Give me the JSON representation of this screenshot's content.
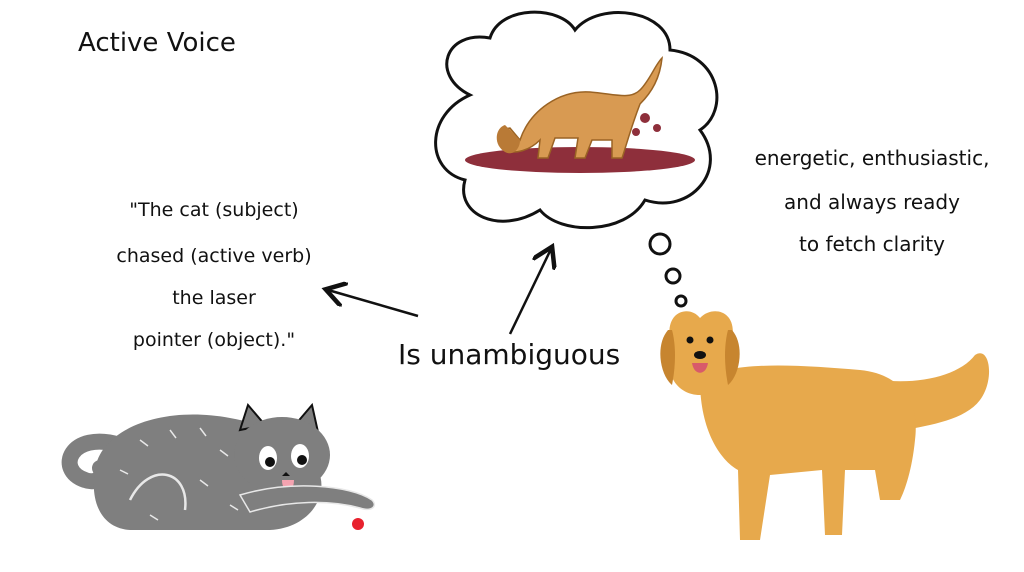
{
  "title": "Active Voice",
  "example_sentence": {
    "lines": [
      "\"The cat (subject)",
      "chased (active verb)",
      "the laser",
      "pointer (object).\""
    ]
  },
  "center_label": "Is unambiguous",
  "dog_description": {
    "lines": [
      "energetic, enthusiastic,",
      "and always ready",
      "to fetch clarity"
    ]
  },
  "colors": {
    "ink": "#111111",
    "cat_fur": "#7f7f7f",
    "dog_fur": "#e7a94c",
    "laser_dot": "#e8212e",
    "mud": "#8e2f3b"
  }
}
